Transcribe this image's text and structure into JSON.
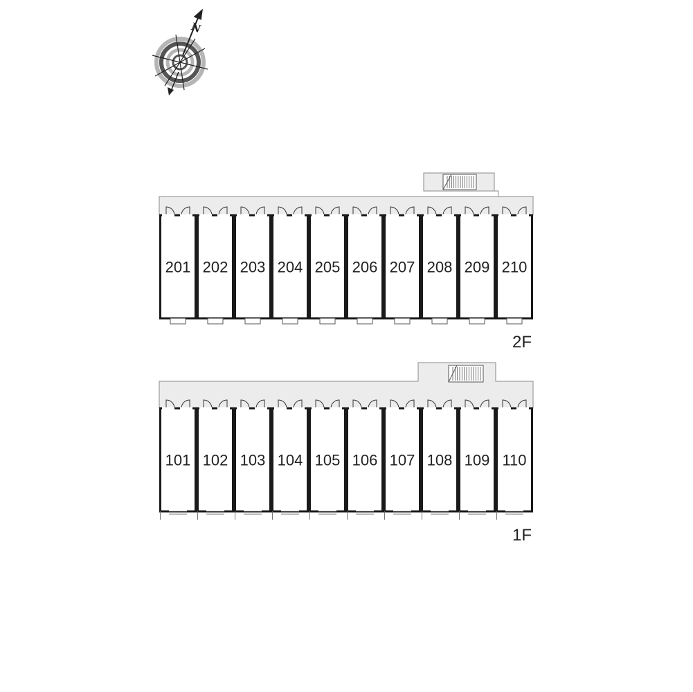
{
  "compass": {
    "north_label": "N",
    "icon": "compass-rose-icon"
  },
  "floors": [
    {
      "id": "2F",
      "label": "2F",
      "units": [
        "201",
        "202",
        "203",
        "204",
        "205",
        "206",
        "207",
        "208",
        "209",
        "210"
      ]
    },
    {
      "id": "1F",
      "label": "1F",
      "units": [
        "101",
        "102",
        "103",
        "104",
        "105",
        "106",
        "107",
        "108",
        "109",
        "110"
      ]
    }
  ],
  "colors": {
    "corridor_fill": "#ececec",
    "wall": "#1a1a1a",
    "room_fill": "#ffffff",
    "text": "#222222",
    "compass_dark": "#555555",
    "compass_light": "#b5b5b5"
  }
}
